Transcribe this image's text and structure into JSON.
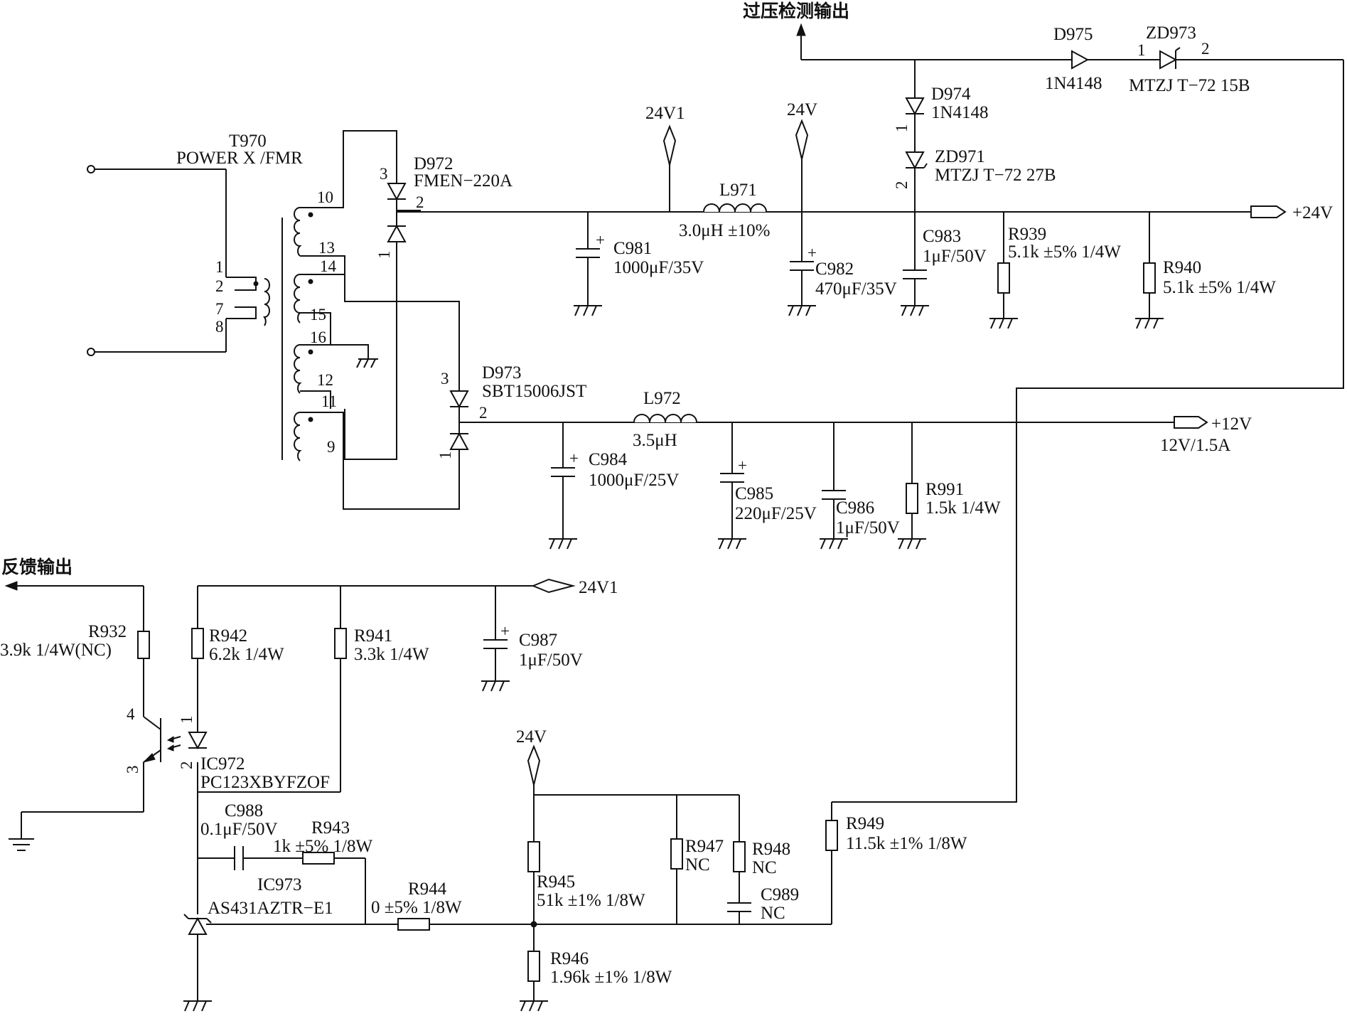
{
  "labels": {
    "ovp_output": "过压检测输出",
    "feedback_output": "反馈输出",
    "rail_24v1_top": "24V1",
    "rail_24v_top": "24V",
    "out_24v": "+24V",
    "out_12v": "+12V",
    "out_12v_rating": "12V/1.5A",
    "rail_24v1_mid": "24V1",
    "rail_24v_bottom": "24V"
  },
  "transformer": {
    "ref": "T970",
    "part": "POWER X /FMR",
    "pins": [
      "1",
      "2",
      "7",
      "8",
      "10",
      "13",
      "14",
      "15",
      "16",
      "12",
      "11",
      "9"
    ]
  },
  "components": {
    "D972": {
      "ref": "D972",
      "value": "FMEN−220A",
      "pins": [
        "3",
        "2",
        "1"
      ]
    },
    "D973": {
      "ref": "D973",
      "value": "SBT15006JST",
      "pins": [
        "3",
        "2",
        "1"
      ]
    },
    "D974": {
      "ref": "D974",
      "value": "1N4148"
    },
    "D975": {
      "ref": "D975",
      "value": "1N4148"
    },
    "ZD971": {
      "ref": "ZD971",
      "value": "MTZJ T−72 27B",
      "pins": [
        "1",
        "2"
      ]
    },
    "ZD973": {
      "ref": "ZD973",
      "value": "MTZJ T−72 15B",
      "pins": [
        "1",
        "2"
      ]
    },
    "L971": {
      "ref": "L971",
      "value": "3.0μH ±10%"
    },
    "L972": {
      "ref": "L972",
      "value": "3.5μH"
    },
    "C981": {
      "ref": "C981",
      "value": "1000μF/35V"
    },
    "C982": {
      "ref": "C982",
      "value": "470μF/35V"
    },
    "C983": {
      "ref": "C983",
      "value": "1μF/50V"
    },
    "C984": {
      "ref": "C984",
      "value": "1000μF/25V"
    },
    "C985": {
      "ref": "C985",
      "value": "220μF/25V"
    },
    "C986": {
      "ref": "C986",
      "value": "1μF/50V"
    },
    "C987": {
      "ref": "C987",
      "value": "1μF/50V"
    },
    "C988": {
      "ref": "C988",
      "value": "0.1μF/50V"
    },
    "C989": {
      "ref": "C989",
      "value": "NC"
    },
    "R939": {
      "ref": "R939",
      "value": "5.1k ±5% 1/4W"
    },
    "R940": {
      "ref": "R940",
      "value": "5.1k ±5% 1/4W"
    },
    "R991": {
      "ref": "R991",
      "value": "1.5k 1/4W"
    },
    "R932": {
      "ref": "R932",
      "value": "3.9k 1/4W(NC)"
    },
    "R942": {
      "ref": "R942",
      "value": "6.2k 1/4W"
    },
    "R941": {
      "ref": "R941",
      "value": "3.3k 1/4W"
    },
    "R943": {
      "ref": "R943",
      "value": "1k ±5% 1/8W"
    },
    "R944": {
      "ref": "R944",
      "value": "0 ±5% 1/8W"
    },
    "R945": {
      "ref": "R945",
      "value": "51k ±1% 1/8W"
    },
    "R946": {
      "ref": "R946",
      "value": "1.96k ±1% 1/8W"
    },
    "R947": {
      "ref": "R947",
      "value": "NC"
    },
    "R948": {
      "ref": "R948",
      "value": "NC"
    },
    "R949": {
      "ref": "R949",
      "value": "11.5k ±1% 1/8W"
    },
    "IC972": {
      "ref": "IC972",
      "value": "PC123XBYFZOF",
      "pins": [
        "4",
        "1",
        "3",
        "2"
      ]
    },
    "IC973": {
      "ref": "IC973",
      "value": "AS431AZTR−E1"
    }
  }
}
